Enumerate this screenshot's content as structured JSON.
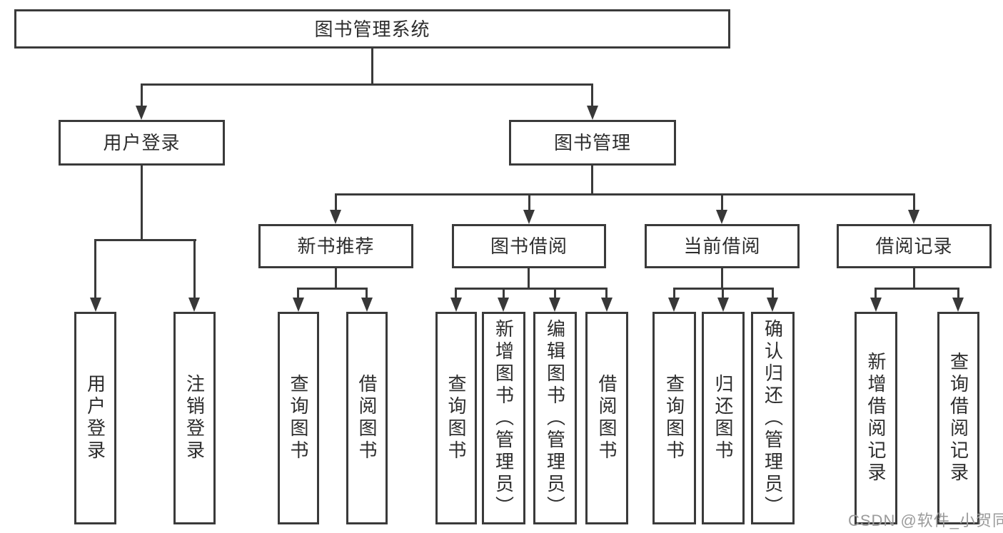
{
  "tree": {
    "root": {
      "label": "图书管理系统",
      "children": [
        {
          "label": "用户登录",
          "children": [
            {
              "label": "用户登录"
            },
            {
              "label": "注销登录"
            }
          ]
        },
        {
          "label": "图书管理",
          "children": [
            {
              "label": "新书推荐",
              "children": [
                {
                  "label": "查询图书"
                },
                {
                  "label": "借阅图书"
                }
              ]
            },
            {
              "label": "图书借阅",
              "children": [
                {
                  "label": "查询图书"
                },
                {
                  "label": "新增图书（管理员）"
                },
                {
                  "label": "编辑图书（管理员）"
                },
                {
                  "label": "借阅图书"
                }
              ]
            },
            {
              "label": "当前借阅",
              "children": [
                {
                  "label": "查询图书"
                },
                {
                  "label": "归还图书"
                },
                {
                  "label": "确认归还（管理员）"
                }
              ]
            },
            {
              "label": "借阅记录",
              "children": [
                {
                  "label": "新增借阅记录"
                },
                {
                  "label": "查询借阅记录"
                }
              ]
            }
          ]
        }
      ]
    }
  },
  "watermark": {
    "text": "CSDN @软件_小贺同学"
  },
  "colors": {
    "line": "#3a3a3a",
    "text": "#2d2d2d",
    "watermark": "#9b9b9b",
    "background": "#ffffff"
  }
}
